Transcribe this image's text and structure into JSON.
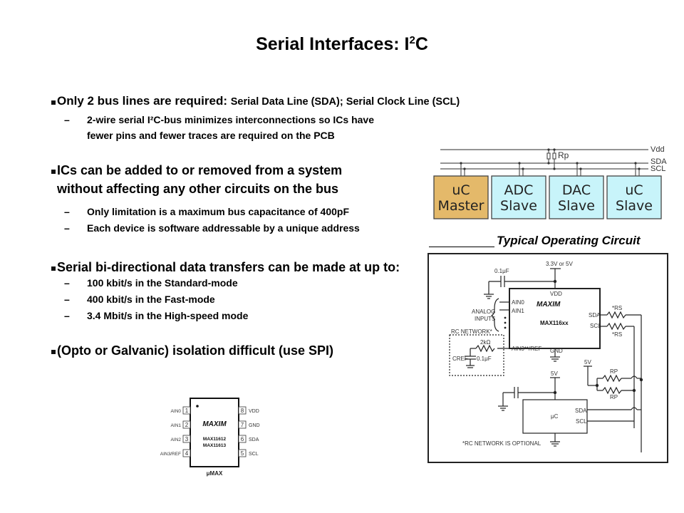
{
  "title": {
    "main": "Serial Interfaces: I",
    "sup": "2",
    "end": "C"
  },
  "bullets": [
    {
      "label": "Only 2 bus lines are required: ",
      "label_small": "Serial Data Line (SDA); Serial Clock Line (SCL)",
      "subs": [
        "2-wire serial I²C-bus minimizes interconnections so ICs have",
        "fewer pins and fewer traces are required on the PCB"
      ]
    },
    {
      "label": "ICs can be added to or removed from a system",
      "label2": "without affecting any other circuits on the bus",
      "subs": [
        "Only limitation  is a maximum bus capacitance of 400pF",
        "Each device is software addressable by a unique address"
      ]
    },
    {
      "label": "Serial bi-directional data transfers can be made at up to:",
      "subs": [
        "100 kbit/s in the  Standard-mode",
        "400 kbit/s in the Fast-mode",
        "3.4 Mbit/s in the High-speed mode"
      ]
    },
    {
      "label": "(Opto or Galvanic) isolation difficult (use SPI)",
      "subs": []
    }
  ],
  "dash": "–",
  "bus_diagram": {
    "lines": [
      "Vdd",
      "SDA",
      "SCL"
    ],
    "resistor_label": "Rp",
    "devices": [
      {
        "line1": "uC",
        "line2": "Master",
        "color": "#E4B96A"
      },
      {
        "line1": "ADC",
        "line2": "Slave",
        "color": "#C8F4FA"
      },
      {
        "line1": "DAC",
        "line2": "Slave",
        "color": "#C8F4FA"
      },
      {
        "line1": "uC",
        "line2": "Slave",
        "color": "#C8F4FA"
      }
    ]
  },
  "circuit": {
    "heading": "Typical Operating Circuit",
    "supply": "3.3V or 5V",
    "cap": "0.1μF",
    "vdd": "VDD",
    "brand": "MAXIM",
    "part": "MAX116xx",
    "pins_left": [
      "AIN0",
      "AIN1",
      "AIN3**/REF"
    ],
    "analog_inputs": [
      "ANALOG",
      "INPUTS"
    ],
    "rc_network": "RC NETWORK*",
    "r_label": "2kΩ",
    "cref": "CREF",
    "cref_val": "0.1μF",
    "gnd": "GND",
    "sda": "SDA",
    "scl": "SCL",
    "rs": "*RS",
    "rp": "RP",
    "five_v": "5V",
    "uc": "μC",
    "note": "*RC NETWORK IS OPTIONAL"
  },
  "package": {
    "brand": "MAXIM",
    "parts": [
      "MAX11612",
      "MAX11613"
    ],
    "left_pins": [
      {
        "num": "1",
        "name": "AIN0"
      },
      {
        "num": "2",
        "name": "AIN1"
      },
      {
        "num": "3",
        "name": "AIN2"
      },
      {
        "num": "4",
        "name": "AIN3/REF"
      }
    ],
    "right_pins": [
      {
        "num": "8",
        "name": "VDD"
      },
      {
        "num": "7",
        "name": "GND"
      },
      {
        "num": "6",
        "name": "SDA"
      },
      {
        "num": "5",
        "name": "SCL"
      }
    ],
    "package_name": "μMAX"
  }
}
